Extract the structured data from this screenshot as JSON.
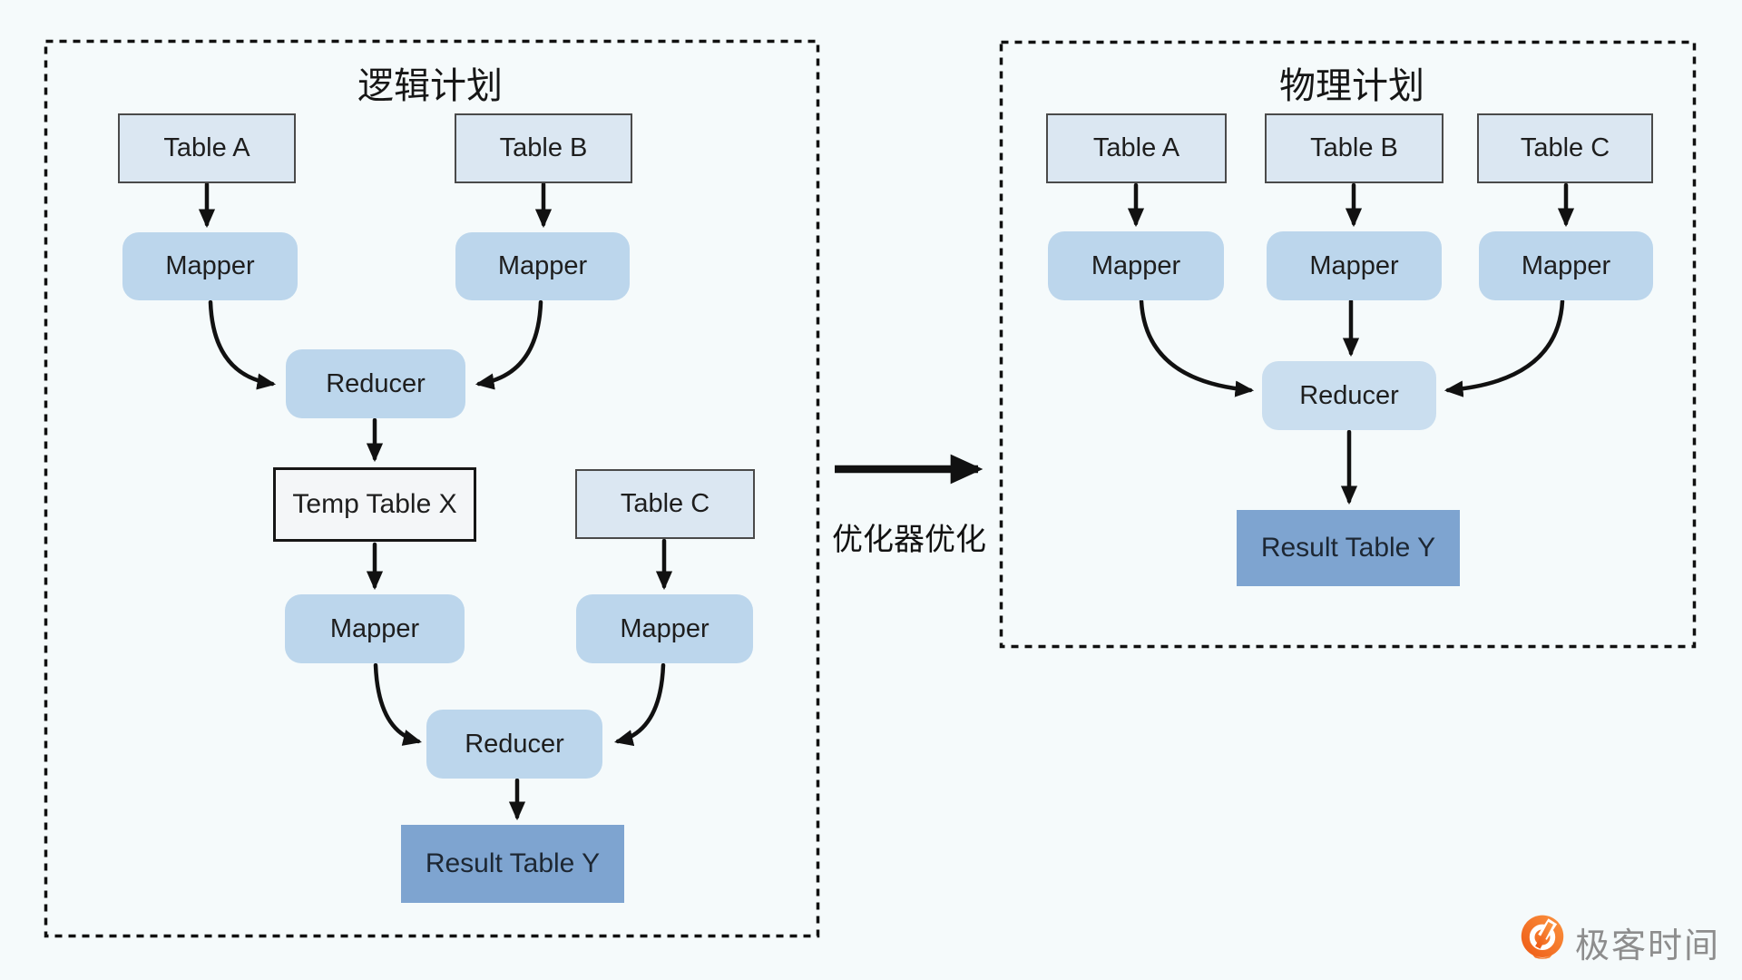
{
  "colors": {
    "background": "#f5fafb",
    "panel_border": "#111111",
    "table_fill": "#dbe7f2",
    "table_border": "#4a4a4a",
    "process_fill": "#bcd6ec",
    "process_fill_light": "#cadeef",
    "temp_fill": "#f4f6f8",
    "temp_border": "#161616",
    "result_fill": "#7ea4d0",
    "arrow": "#111111",
    "brand_orange": "#f1661d",
    "brand_text_gray": "#8d8d8d"
  },
  "left_panel": {
    "title": "逻辑计划",
    "nodes": {
      "table_a": "Table A",
      "table_b": "Table B",
      "mapper_a": "Mapper",
      "mapper_b": "Mapper",
      "reducer_1": "Reducer",
      "temp_table_x": "Temp Table X",
      "table_c": "Table C",
      "mapper_x": "Mapper",
      "mapper_c": "Mapper",
      "reducer_2": "Reducer",
      "result_table_y": "Result Table Y"
    }
  },
  "right_panel": {
    "title": "物理计划",
    "nodes": {
      "table_a": "Table A",
      "table_b": "Table B",
      "table_c": "Table C",
      "mapper_a": "Mapper",
      "mapper_b": "Mapper",
      "mapper_c": "Mapper",
      "reducer": "Reducer",
      "result_table_y": "Result Table Y"
    }
  },
  "transition": {
    "label": "优化器优化"
  },
  "brand": {
    "name": "极客时间"
  }
}
